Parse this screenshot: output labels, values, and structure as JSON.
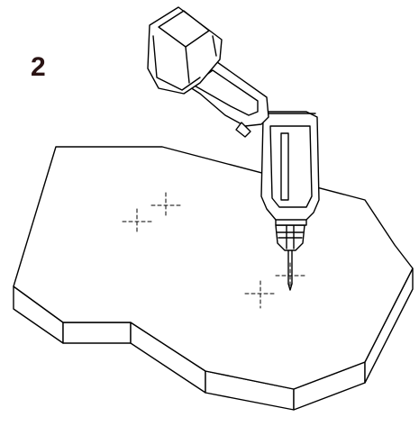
{
  "step": {
    "number": "2"
  },
  "illustration": {
    "tool": "right-angle-drill",
    "workpiece": "thick-polygonal-board",
    "marks": [
      "drill-mark",
      "drill-mark",
      "drill-mark",
      "drill-mark"
    ],
    "colors": {
      "line": "#000000",
      "fill": "#ffffff",
      "step_number": "#2a1414"
    }
  }
}
